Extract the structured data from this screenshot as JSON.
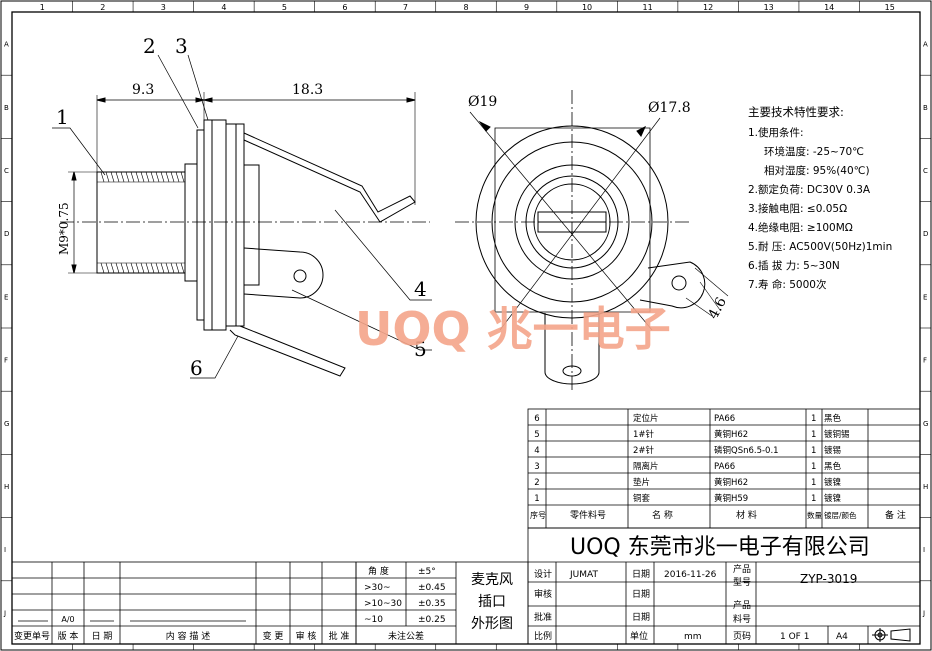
{
  "frame": {
    "col_numbers": [
      "1",
      "2",
      "3",
      "4",
      "5",
      "6",
      "7",
      "8",
      "9",
      "10",
      "11",
      "12",
      "13",
      "14",
      "15"
    ],
    "row_letters": [
      "A",
      "B",
      "C",
      "D",
      "E",
      "F",
      "G",
      "H",
      "I",
      "J"
    ]
  },
  "side_view": {
    "dim_left": "9.3",
    "dim_right": "18.3",
    "thread": "M9*0.75",
    "callouts": [
      "1",
      "2",
      "3",
      "4",
      "5",
      "6"
    ]
  },
  "front_view": {
    "dia_outer": "Ø19",
    "dia_inner": "Ø17.8",
    "dim_tab": "4.6"
  },
  "watermark": "UOQ 兆一电子",
  "tech": {
    "title": "主要技术特性要求:",
    "lines": [
      "1.使用条件:",
      "环境温度: -25~70℃",
      "相对湿度: 95%(40℃)",
      "2.额定负荷: DC30V 0.3A",
      "3.接触电阻: ≤0.05Ω",
      "4.绝缘电阻: ≥100MΩ",
      "5.耐    压: AC500V(50Hz)1min",
      "6.插 拔 力: 5~30N",
      "7.寿    命: 5000次"
    ]
  },
  "bom": {
    "rows": [
      {
        "no": "6",
        "part": "",
        "name": "定位片",
        "material": "PA66",
        "qty": "1",
        "finish": "黑色"
      },
      {
        "no": "5",
        "part": "",
        "name": "1#针",
        "material": "黄铜H62",
        "qty": "1",
        "finish": "镀铜锡"
      },
      {
        "no": "4",
        "part": "",
        "name": "2#针",
        "material": "磷铜QSn6.5-0.1",
        "qty": "1",
        "finish": "镀锡"
      },
      {
        "no": "3",
        "part": "",
        "name": "隔离片",
        "material": "PA66",
        "qty": "1",
        "finish": "黑色"
      },
      {
        "no": "2",
        "part": "",
        "name": "垫片",
        "material": "黄铜H62",
        "qty": "1",
        "finish": "镀镍"
      },
      {
        "no": "1",
        "part": "",
        "name": "铜套",
        "material": "黄铜H59",
        "qty": "1",
        "finish": "镀镍"
      }
    ],
    "header": {
      "no": "序号",
      "part": "零件料号",
      "name": "名    称",
      "material": "材     料",
      "qty": "数量",
      "finish": "镀层/颜色",
      "note": "备  注"
    }
  },
  "title_block": {
    "company": "UOQ 东莞市兆一电子有限公司",
    "product_title_lines": [
      "麦克风",
      "插口",
      "外形图"
    ],
    "design_label": "设计",
    "designer": "JUMAT",
    "date_label": "日期",
    "date": "2016-11-26",
    "model_label_1": "产品",
    "model_label_2": "型号",
    "model": "ZYP-3019",
    "review_label": "审核",
    "approve_label": "批准",
    "partno_label_1": "产品",
    "partno_label_2": "料号",
    "scale_label": "比例",
    "unit_label": "单位",
    "unit": "mm",
    "page_label": "页码",
    "page": "1 OF 1",
    "size": "A4"
  },
  "tolerance": {
    "header_angle": "角 度",
    "header_angle_val": "±5°",
    "rows": [
      {
        "range": ">30~",
        "val": "±0.45"
      },
      {
        "range": ">10~30",
        "val": "±0.35"
      },
      {
        "range": "~10",
        "val": "±0.25"
      }
    ],
    "footer": "未注公差"
  },
  "revision": {
    "version": "A/0",
    "headers": [
      "变更单号",
      "版 本",
      "日 期",
      "内 容 描 述",
      "变 更",
      "审 核",
      "批 准"
    ]
  }
}
